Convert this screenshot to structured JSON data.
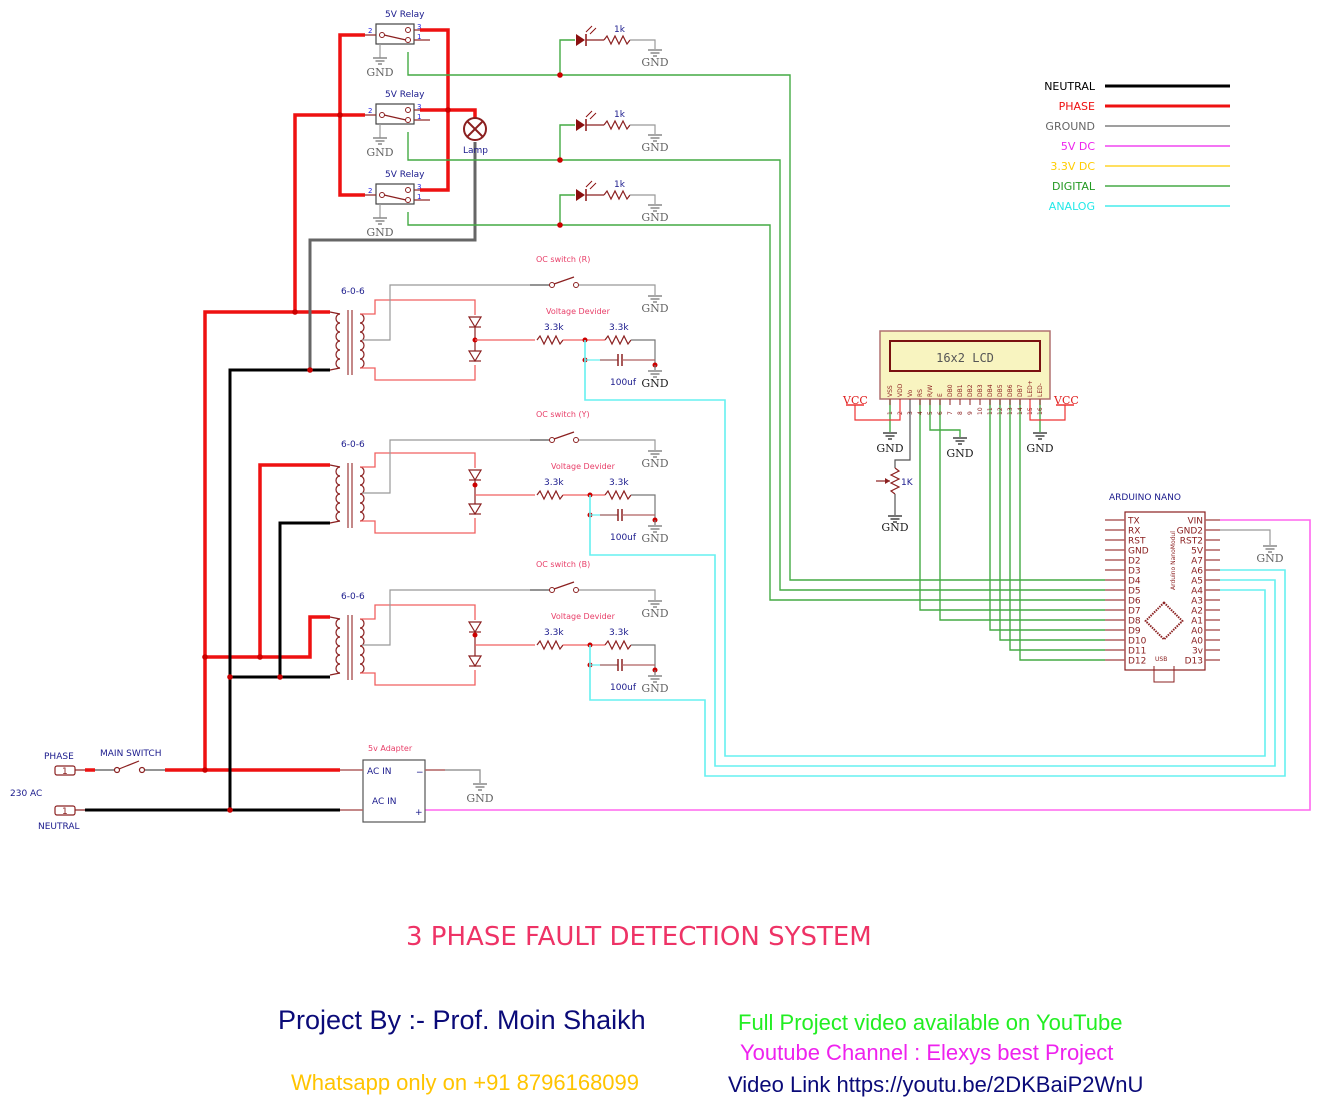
{
  "title": "3 PHASE FAULT DETECTION SYSTEM",
  "credits": {
    "project_by": "Project By :- Prof. Moin Shaikh",
    "whatsapp": "Whatsapp only on +91 8796168099",
    "video_available": "Full Project video available on YouTube",
    "channel": "Youtube Channel : Elexys best Project",
    "video_link": "Video Link https://youtu.be/2DKBaiP2WnU"
  },
  "colors": {
    "neutral": "#000000",
    "phase": "#ee1111",
    "ground": "#888888",
    "dc5v": "#ff55ee",
    "dc33v": "#ffcc22",
    "digital": "#44aa44",
    "analog": "#44eeee",
    "component": "#8b2020",
    "title": "#ee3366"
  },
  "legend": [
    {
      "label": "NEUTRAL",
      "color": "#000000"
    },
    {
      "label": "PHASE",
      "color": "#ee1111"
    },
    {
      "label": "GROUND",
      "color": "#666666"
    },
    {
      "label": "5V DC",
      "color": "#ee22ee"
    },
    {
      "label": "3.3V DC",
      "color": "#ffcc00"
    },
    {
      "label": "DIGITAL",
      "color": "#229922"
    },
    {
      "label": "ANALOG",
      "color": "#22e8e8"
    }
  ],
  "power_input": {
    "phase_label": "PHASE",
    "neutral_label": "NEUTRAL",
    "voltage_label": "230 AC",
    "connector_pin": "1",
    "main_switch_label": "MAIN SWITCH"
  },
  "adapter": {
    "label": "5v Adapter",
    "in1": "AC IN",
    "in2": "AC IN",
    "minus": "−",
    "plus": "+"
  },
  "relays": [
    {
      "label": "5V Relay",
      "pins": [
        "2",
        "3",
        "1"
      ]
    },
    {
      "label": "5V Relay",
      "pins": [
        "2",
        "3",
        "1"
      ]
    },
    {
      "label": "5V Relay",
      "pins": [
        "2",
        "3",
        "1"
      ]
    }
  ],
  "lamp_label": "Lamp",
  "led_resistors": [
    "1k",
    "1k",
    "1k"
  ],
  "gnd_label": "GND",
  "vcc_label": "VCC",
  "phases": [
    {
      "transformer": "6-0-6",
      "switch": "OC switch (R)",
      "divider": "Voltage Devider",
      "r1": "3.3k",
      "r2": "3.3k",
      "cap": "100uf"
    },
    {
      "transformer": "6-0-6",
      "switch": "OC switch (Y)",
      "divider": "Voltage Devider",
      "r1": "3.3k",
      "r2": "3.3k",
      "cap": "100uf"
    },
    {
      "transformer": "6-0-6",
      "switch": "OC switch (B)",
      "divider": "Voltage Devider",
      "r1": "3.3k",
      "r2": "3.3k",
      "cap": "100uf"
    }
  ],
  "lcd": {
    "label": "16x2 LCD",
    "pins": [
      "VSS",
      "VDD",
      "Vo",
      "RS",
      "R/W",
      "E",
      "DB0",
      "DB1",
      "DB2",
      "DB3",
      "DB4",
      "DB5",
      "DB6",
      "DB7",
      "LED+",
      "LED-"
    ],
    "pot_label": "1K"
  },
  "arduino": {
    "title": "ARDUINO NANO",
    "module_label": "Arduino NanoModul",
    "usb_label": "USB",
    "left_pins": [
      "TX",
      "RX",
      "RST",
      "GND",
      "D2",
      "D3",
      "D4",
      "D5",
      "D6",
      "D7",
      "D8",
      "D9",
      "D10",
      "D11",
      "D12"
    ],
    "right_pins": [
      "VIN",
      "GND2",
      "RST2",
      "5V",
      "A7",
      "A6",
      "A5",
      "A4",
      "A3",
      "A2",
      "A1",
      "A0",
      "A0",
      "3v",
      "D13"
    ]
  }
}
